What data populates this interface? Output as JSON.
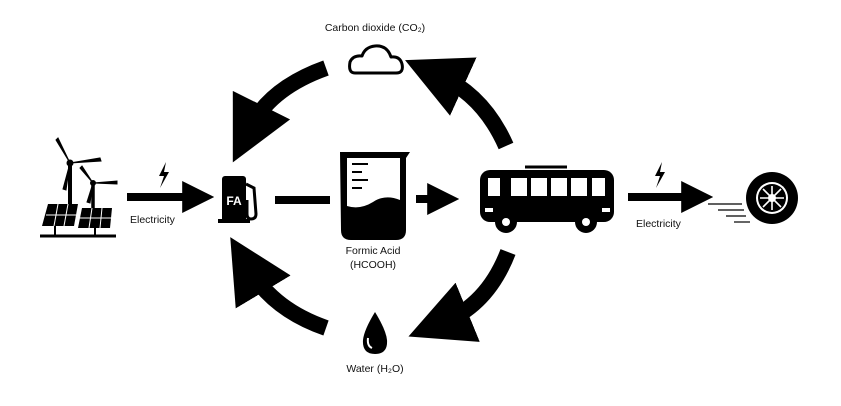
{
  "diagram": {
    "labels": {
      "co2": "Carbon dioxide (CO₂)",
      "water": "Water (H₂O)",
      "formic_acid_name": "Formic Acid",
      "formic_acid_formula": "(HCOOH)",
      "electricity_left": "Electricity",
      "electricity_right": "Electricity",
      "pump_letters": "FA"
    },
    "icons": [
      "wind-turbine-icon",
      "solar-panel-icon",
      "lightning-icon",
      "fuel-pump-icon",
      "beaker-icon",
      "bus-icon",
      "cloud-icon",
      "water-drop-icon",
      "wheel-icon",
      "arrow-icon"
    ],
    "colors": {
      "ink": "#000000",
      "background": "#ffffff"
    }
  }
}
